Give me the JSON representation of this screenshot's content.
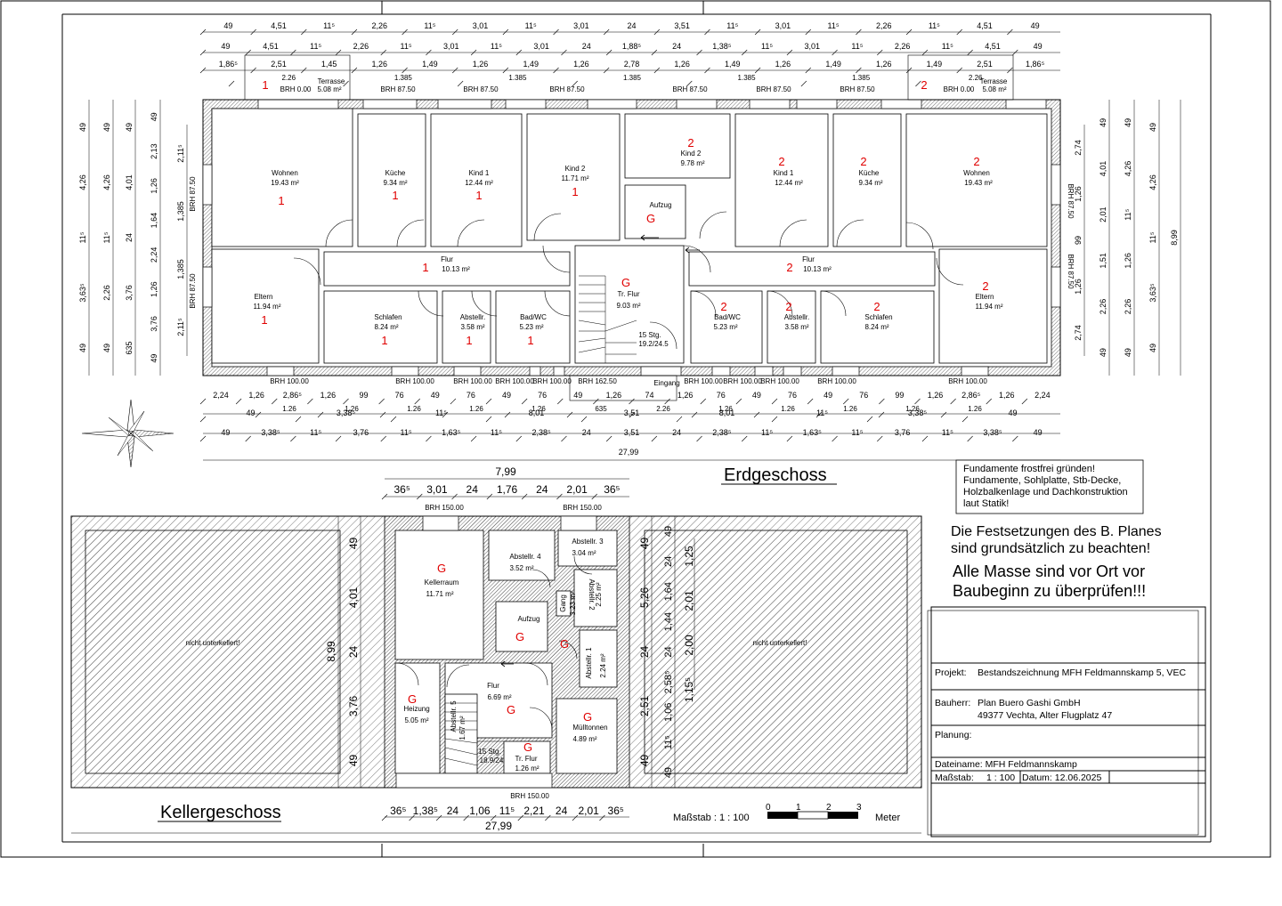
{
  "titles": {
    "ground_floor": "Erdgeschoss",
    "basement": "Kellergeschoss",
    "scale_label": "Maßstab : 1 : 100",
    "scale_unit": "Meter",
    "scale_ticks": [
      "0",
      "1",
      "2",
      "3"
    ]
  },
  "notes": {
    "foundation_box": [
      "Fundamente frostfrei gründen!",
      "Fundamente, Sohlplatte, Stb-Decke,",
      "Holzbalkenlage und Dachkonstruktion",
      "laut Statik!"
    ],
    "plan_notice_1": "Die Festsetzungen des B. Planes",
    "plan_notice_2": "sind grundsätzlich zu beachten!",
    "check_notice_1": "Alle Masse sind vor Ort vor",
    "check_notice_2": "Baubeginn zu überprüfen!!!"
  },
  "title_block": {
    "projekt_label": "Projekt:",
    "projekt_value": "Bestandszeichnung MFH Feldmannskamp 5, VEC",
    "bauherr_label": "Bauherr:",
    "bauherr_value": "Plan Buero Gashi GmbH",
    "bauherr_address": "49377 Vechta, Alter Flugplatz 47",
    "planung_label": "Planung:",
    "dateiname": "Dateiname: MFH Feldmannskamp",
    "massstab_label": "Maßstab:",
    "massstab_value": "1 : 100",
    "datum": "Datum: 12.06.2025"
  },
  "ground_rooms": [
    {
      "name": "Wohnen",
      "area": "19.43 m²",
      "unit": "1"
    },
    {
      "name": "Küche",
      "area": "9.34 m²",
      "unit": "1"
    },
    {
      "name": "Kind 1",
      "area": "12.44 m²",
      "unit": "1"
    },
    {
      "name": "Kind 2",
      "area": "11.71 m²",
      "unit": "1"
    },
    {
      "name": "Kind 2",
      "area": "9.78 m²",
      "unit": "2"
    },
    {
      "name": "Aufzug",
      "area": "",
      "unit": "G"
    },
    {
      "name": "Kind 1",
      "area": "12.44 m²",
      "unit": "2"
    },
    {
      "name": "Küche",
      "area": "9.34 m²",
      "unit": "2"
    },
    {
      "name": "Wohnen",
      "area": "19.43 m²",
      "unit": "2"
    },
    {
      "name": "Flur",
      "area": "10.13 m²",
      "unit": "1"
    },
    {
      "name": "Tr. Flur",
      "area": "9.03 m²",
      "unit": "G"
    },
    {
      "name": "Flur",
      "area": "10.13 m²",
      "unit": "2"
    },
    {
      "name": "Eltern",
      "area": "11.94 m²",
      "unit": "1"
    },
    {
      "name": "Schlafen",
      "area": "8.24 m²",
      "unit": "1"
    },
    {
      "name": "Abstellr.",
      "area": "3.58 m²",
      "unit": "1"
    },
    {
      "name": "Bad/WC",
      "area": "5.23 m²",
      "unit": "1"
    },
    {
      "name": "Bad/WC",
      "area": "5.23 m²",
      "unit": "2"
    },
    {
      "name": "Abstellr.",
      "area": "3.58 m²",
      "unit": "2"
    },
    {
      "name": "Schlafen",
      "area": "8.24 m²",
      "unit": "2"
    },
    {
      "name": "Eltern",
      "area": "11.94 m²",
      "unit": "2"
    }
  ],
  "ground_extras": {
    "stairs": "15 Stg.",
    "stairs_ratio": "19.2/24.5",
    "eingang": "Eingang",
    "terrasse": "Terrasse",
    "terrasse_area": "5.08 m²",
    "terrasse_unit_1": "1",
    "terrasse_unit_2": "2",
    "brh_000": "BRH 0.00",
    "brh_8750": "BRH 87.50",
    "brh_100": "BRH 100.00",
    "brh_16250": "BRH 162.50"
  },
  "basement_rooms": [
    {
      "name": "Kellerraum",
      "area": "11.71 m²",
      "unit": "G"
    },
    {
      "name": "Abstellr. 4",
      "area": "3.52 m²",
      "unit": ""
    },
    {
      "name": "Abstellr. 3",
      "area": "3.04 m²",
      "unit": ""
    },
    {
      "name": "Abstellr. 2",
      "area": "2.25 m²",
      "unit": ""
    },
    {
      "name": "Aufzug",
      "area": "",
      "unit": "G"
    },
    {
      "name": "Abstellr. 1",
      "area": "2.24 m²",
      "unit": ""
    },
    {
      "name": "Flur",
      "area": "6.69 m²",
      "unit": "G"
    },
    {
      "name": "Heizung",
      "area": "5.05 m²",
      "unit": "G"
    },
    {
      "name": "Mülltonnen",
      "area": "4.89 m²",
      "unit": "G"
    },
    {
      "name": "Tr. Flur",
      "area": "1.26 m²",
      "unit": "G"
    },
    {
      "name": "Abstellr. 5",
      "area": "1.67 m²",
      "unit": ""
    },
    {
      "name": "Gang",
      "area": "3.23 m²",
      "unit": "G"
    }
  ],
  "basement_extras": {
    "not_basement": "nicht unterkellert!",
    "stairs": "15 Stg.",
    "stairs_ratio": "18.9/24",
    "brh_150": "BRH 150.00"
  },
  "dims": {
    "top_row1": [
      "49",
      "4,51",
      "11⁵",
      "2,26",
      "11⁵",
      "3,01",
      "11⁵",
      "3,01",
      "24",
      "3,51",
      "11⁵",
      "3,01",
      "11⁵",
      "2,26",
      "11⁵",
      "4,51",
      "49"
    ],
    "top_row2": [
      "49",
      "4,51",
      "11⁵",
      "2,26",
      "11⁵",
      "3,01",
      "11⁵",
      "3,01",
      "24",
      "1,88⁵",
      "24",
      "1,38⁵",
      "11⁵",
      "3,01",
      "11⁵",
      "2,26",
      "11⁵",
      "4,51",
      "49"
    ],
    "top_row3": [
      "1,86⁵",
      "2,51",
      "1,45",
      "1,26",
      "1,49",
      "1,26",
      "1,49",
      "1,26",
      "2,78",
      "1,26",
      "1,49",
      "1,26",
      "1,49",
      "1,26",
      "1,49",
      "2,51",
      "1,86⁵"
    ],
    "top_row3_sub": [
      "2.26",
      "1.385",
      "1.385",
      "1.385",
      "1.385",
      "1.385",
      "2.26"
    ],
    "bottom_row1": [
      "2,24",
      "1,26",
      "2,86⁵",
      "1,26",
      "99",
      "76",
      "49",
      "76",
      "49",
      "76",
      "49",
      "1,26",
      "74",
      "1,26",
      "76",
      "49",
      "76",
      "49",
      "76",
      "99",
      "1,26",
      "2,86⁵",
      "1,26",
      "2,24"
    ],
    "bottom_row1_sub": [
      "1.26",
      "1.26",
      "1.26",
      "1.26",
      "1.26",
      "635",
      "2.26",
      "1.26",
      "1.26",
      "1.26",
      "1.26",
      "1.26"
    ],
    "bottom_row2": [
      "49",
      "3,38⁵",
      "11⁵",
      "8,01",
      "3,51",
      "8,01",
      "11⁵",
      "3,38⁵",
      "49"
    ],
    "bottom_row3": [
      "49",
      "3,38⁵",
      "11⁵",
      "3,76",
      "11⁵",
      "1,63⁵",
      "11⁵",
      "2,38⁵",
      "24",
      "3,51",
      "24",
      "2,38⁵",
      "11⁵",
      "1,63⁵",
      "11⁵",
      "3,76",
      "11⁵",
      "3,38⁵",
      "49"
    ],
    "overall": "27,99",
    "left_a": [
      "49",
      "4,26",
      "11⁵",
      "3,63⁵",
      "49"
    ],
    "left_b": [
      "49",
      "4,26",
      "11⁵",
      "2,26",
      "49"
    ],
    "left_c": [
      "49",
      "4,01",
      "24",
      "3,76",
      "635"
    ],
    "left_d": [
      "49",
      "2,13",
      "1,26",
      "1,64",
      "2,24",
      "1,26",
      "3,76",
      "49"
    ],
    "left_e": [
      "2,11⁵",
      "1,385",
      "1,385",
      "2,11⁵"
    ],
    "right_a": [
      "2,74",
      "1,26",
      "99",
      "1,26",
      "2,74"
    ],
    "right_b": [
      "49",
      "4,01",
      "2,01",
      "1,51",
      "2,26",
      "49"
    ],
    "right_c": [
      "49",
      "4,26",
      "11⁵",
      "1,26",
      "2,26",
      "49"
    ],
    "right_d": [
      "49",
      "4,26",
      "11⁵",
      "3,63⁵",
      "49"
    ],
    "right_total": "8,99",
    "basement_top_total": "7,99",
    "basement_top": [
      "36⁵",
      "3,01",
      "24",
      "1,76",
      "24",
      "2,01",
      "36⁵"
    ],
    "basement_bottom": [
      "36⁵",
      "1,38⁵",
      "24",
      "1,06",
      "11⁵",
      "2,21",
      "24",
      "2,01",
      "36⁵"
    ],
    "basement_overall": "27,99",
    "basement_left": [
      "49",
      "4,01",
      "24",
      "3,76",
      "49"
    ],
    "basement_left_total": "8,99",
    "basement_right_a": [
      "49",
      "5,26",
      "24",
      "2,51",
      "49"
    ],
    "basement_right_b": [
      "49",
      "24",
      "1,64",
      "1,44",
      "24",
      "2,58⁵",
      "1,06",
      "11⁵",
      "49"
    ],
    "basement_right_c": [
      "1,25",
      "2,01",
      "2,00",
      "1,15⁵"
    ]
  }
}
